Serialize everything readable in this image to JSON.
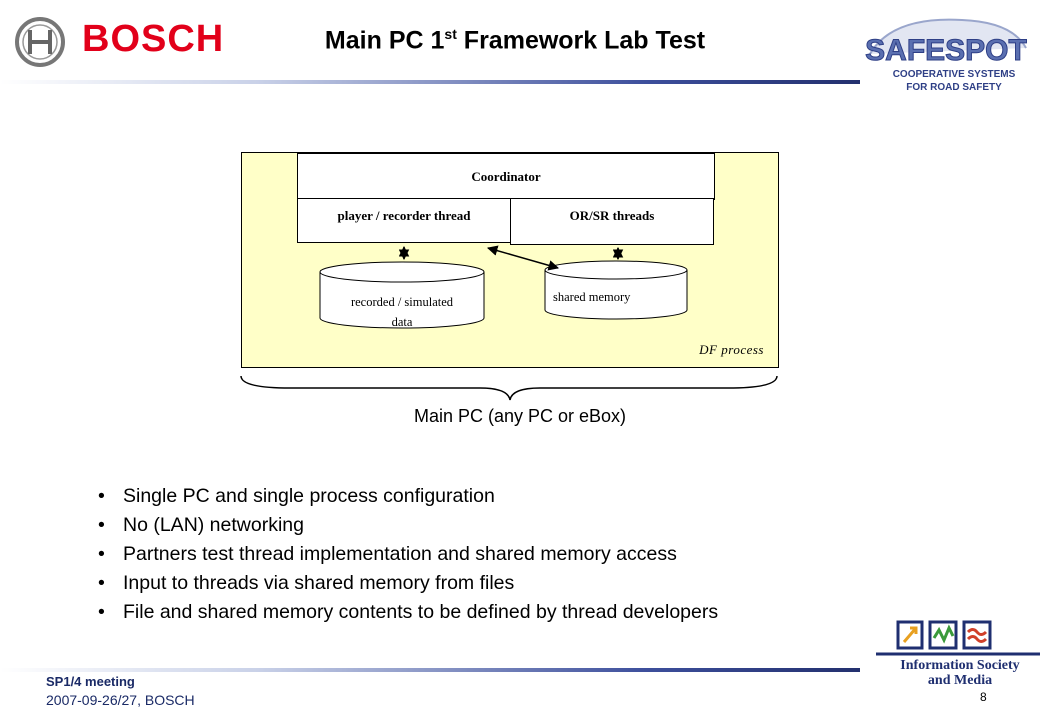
{
  "header": {
    "brand": "BOSCH",
    "title_main": "Main PC 1",
    "title_sup": "st",
    "title_rest": " Framework Lab Test",
    "safespot_logo": {
      "name": "SAFESPOT",
      "line1": "COOPERATIVE SYSTEMS",
      "line2": "FOR ROAD SAFETY"
    }
  },
  "diagram": {
    "coordinator": "Coordinator",
    "player_thread": "player / recorder thread",
    "orsr_threads": "OR/SR threads",
    "recorded_data_line1": "recorded / simulated",
    "recorded_data_line2": "data",
    "shared_memory": "shared memory",
    "process_label": "DF  process",
    "brace_caption": "Main PC (any PC or eBox)"
  },
  "bullets": [
    "Single PC and single process configuration",
    "No (LAN) networking",
    "Partners test thread implementation and shared memory access",
    "Input to threads via shared memory from files",
    "File and shared memory contents to be defined by thread developers"
  ],
  "footer": {
    "meeting": "SP1/4 meeting",
    "date": "2007-09-26/27, BOSCH",
    "page": "8",
    "infosoc_line1": "Information Society",
    "infosoc_line2": "and Media"
  },
  "colors": {
    "bosch_red": "#e2001a",
    "navy": "#23306e",
    "process_fill": "#ffffc8"
  }
}
